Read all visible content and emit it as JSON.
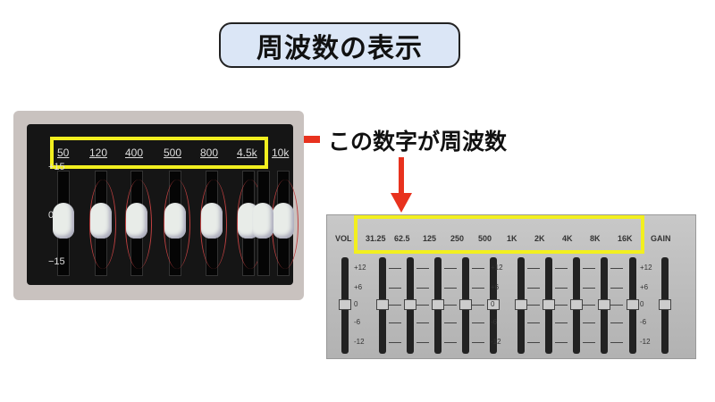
{
  "title": "周波数の表示",
  "callout": "この数字が周波数",
  "left_eq": {
    "frequencies": [
      "50",
      "120",
      "400",
      "500",
      "800",
      "4.5k",
      "10k"
    ],
    "scale": [
      "+15",
      "0",
      "−15"
    ]
  },
  "right_eq": {
    "vol_label": "VOL",
    "gain_label": "GAIN",
    "frequencies": [
      "31.25",
      "62.5",
      "125",
      "250",
      "500",
      "1K",
      "2K",
      "4K",
      "8K",
      "16K"
    ],
    "scale": [
      "+12",
      "+6",
      "0",
      "-6",
      "-12"
    ]
  },
  "colors": {
    "highlight": "#f2ef1f",
    "arrow": "#e8321e",
    "title_bg": "#dbe6f6"
  }
}
